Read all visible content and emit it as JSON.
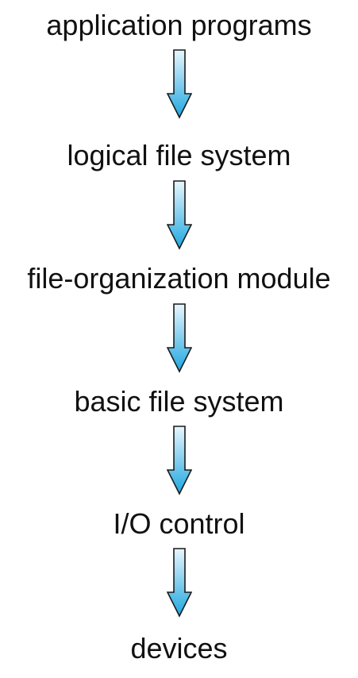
{
  "layers": [
    {
      "label": "application programs"
    },
    {
      "label": "logical file system"
    },
    {
      "label": "file-organization module"
    },
    {
      "label": "basic file system"
    },
    {
      "label": "I/O control"
    },
    {
      "label": "devices"
    }
  ],
  "arrow_style": {
    "fill_top": "#e8f6fd",
    "fill_bottom": "#1ea7e0",
    "stroke": "#1a1a1a",
    "direction": "down"
  }
}
